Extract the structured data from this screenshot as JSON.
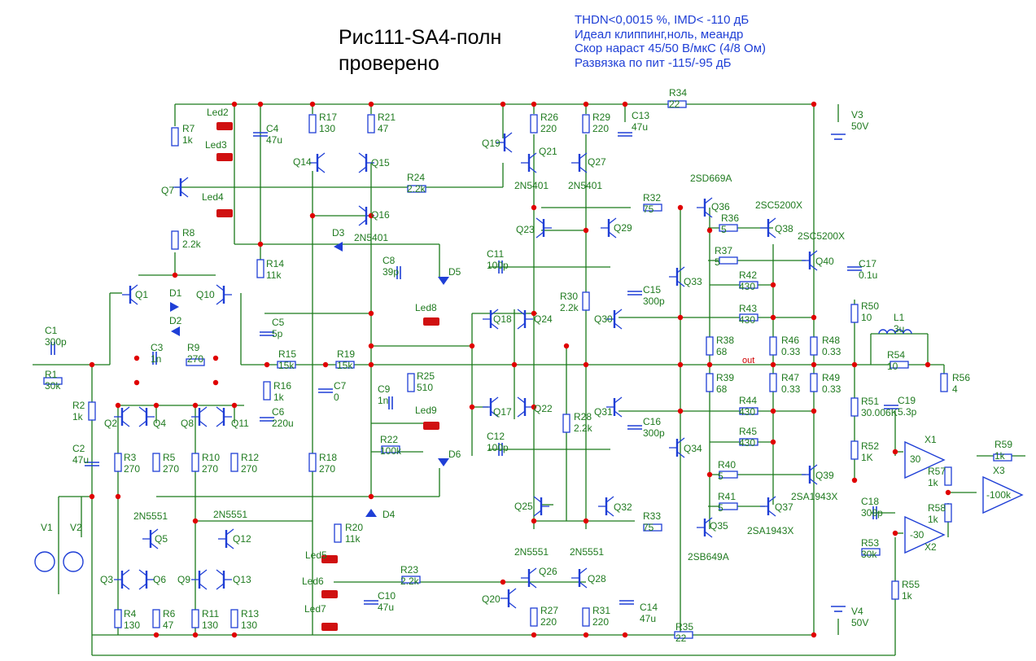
{
  "title": {
    "line1": "Рис111-SA4-полн",
    "line2": "проверено"
  },
  "specs": [
    "THDN<0,0015 %, IMD< -110 дБ",
    "Идеал клиппинг,ноль, меандр",
    "Скор нараст 45/50 В/мкС (4/8 Ом)",
    "Развязка по пит -115/-95 дБ"
  ],
  "colors": {
    "wire": "#1a7a1a",
    "component": "#1f3fd6",
    "node": "#e00000",
    "label": "#1f7a1f",
    "spec_text": "#1f3fd6",
    "led": "#d01010"
  },
  "net_label": "out",
  "labels": [
    [
      "R7",
      "1k"
    ],
    [
      "R8",
      "2.2k"
    ],
    [
      "R17",
      "130"
    ],
    [
      "R21",
      "47"
    ],
    [
      "R14",
      "11k"
    ],
    [
      "R24",
      "2.2k"
    ],
    [
      "R26",
      "220"
    ],
    [
      "R29",
      "220"
    ],
    [
      "R34",
      "22"
    ],
    [
      "R30",
      "2.2k"
    ],
    [
      "R32",
      "75"
    ],
    [
      "R36",
      "5"
    ],
    [
      "R37",
      "5"
    ],
    [
      "R42",
      "430"
    ],
    [
      "R43",
      "430"
    ],
    [
      "R38",
      "68"
    ],
    [
      "R39",
      "68"
    ],
    [
      "R46",
      "0.33"
    ],
    [
      "R47",
      "0.33"
    ],
    [
      "R48",
      "0.33"
    ],
    [
      "R49",
      "0.33"
    ],
    [
      "R50",
      "10"
    ],
    [
      "R54",
      "10"
    ],
    [
      "R56",
      "4"
    ],
    [
      "R44",
      "430"
    ],
    [
      "R45",
      "430"
    ],
    [
      "R40",
      "5"
    ],
    [
      "R41",
      "5"
    ],
    [
      "R33",
      "75"
    ],
    [
      "R28",
      "2.2k"
    ],
    [
      "R25",
      "510"
    ],
    [
      "R22",
      "100k"
    ],
    [
      "R23",
      "2.2k"
    ],
    [
      "R20",
      "11k"
    ],
    [
      "R27",
      "220"
    ],
    [
      "R31",
      "220"
    ],
    [
      "R35",
      "22"
    ],
    [
      "R1",
      "30k"
    ],
    [
      "R2",
      "1k"
    ],
    [
      "R3",
      "270"
    ],
    [
      "R4",
      "130"
    ],
    [
      "R5",
      "270"
    ],
    [
      "R6",
      "47"
    ],
    [
      "R9",
      "270"
    ],
    [
      "R10",
      "270"
    ],
    [
      "R11",
      "130"
    ],
    [
      "R12",
      "270"
    ],
    [
      "R13",
      "130"
    ],
    [
      "R15",
      "15k"
    ],
    [
      "R16",
      "1k"
    ],
    [
      "R18",
      "270"
    ],
    [
      "R19",
      "15k"
    ],
    [
      "R51",
      "30.006K"
    ],
    [
      "R52",
      "1K"
    ],
    [
      "R53",
      "30k"
    ],
    [
      "R55",
      "1k"
    ],
    [
      "R57",
      "1k"
    ],
    [
      "R58",
      "1k"
    ],
    [
      "R59",
      "1k"
    ],
    [
      "C1",
      "300p"
    ],
    [
      "C2",
      "47u"
    ],
    [
      "C3",
      "1n"
    ],
    [
      "C4",
      "47u"
    ],
    [
      "C5",
      "5p"
    ],
    [
      "C6",
      "220u"
    ],
    [
      "C7",
      "0"
    ],
    [
      "C8",
      "39p"
    ],
    [
      "C9",
      "1n"
    ],
    [
      "C10",
      "47u"
    ],
    [
      "C11",
      "100p"
    ],
    [
      "C12",
      "100p"
    ],
    [
      "C13",
      "47u"
    ],
    [
      "C14",
      "47u"
    ],
    [
      "C15",
      "300p"
    ],
    [
      "C16",
      "300p"
    ],
    [
      "C17",
      "0.1u"
    ],
    [
      "C18",
      "300p"
    ],
    [
      "C19",
      "5.3p"
    ],
    [
      "L1",
      "3u"
    ],
    [
      "V3",
      "50V"
    ],
    [
      "V4",
      "50V"
    ],
    [
      "V1",
      ""
    ],
    [
      "V2",
      ""
    ],
    [
      "X1",
      "30"
    ],
    [
      "X2",
      "-30"
    ],
    [
      "X3",
      "-100k"
    ],
    [
      "Q1",
      ""
    ],
    [
      "Q2",
      ""
    ],
    [
      "Q3",
      ""
    ],
    [
      "Q4",
      ""
    ],
    [
      "Q5",
      "2N5551"
    ],
    [
      "Q6",
      ""
    ],
    [
      "Q7",
      ""
    ],
    [
      "Q8",
      ""
    ],
    [
      "Q9",
      ""
    ],
    [
      "Q10",
      ""
    ],
    [
      "Q11",
      ""
    ],
    [
      "Q12",
      "2N5551"
    ],
    [
      "Q13",
      ""
    ],
    [
      "Q14",
      ""
    ],
    [
      "Q15",
      ""
    ],
    [
      "Q16",
      "2N5401"
    ],
    [
      "Q17",
      ""
    ],
    [
      "Q18",
      ""
    ],
    [
      "Q19",
      ""
    ],
    [
      "Q20",
      ""
    ],
    [
      "Q21",
      "2N5401"
    ],
    [
      "Q22",
      ""
    ],
    [
      "Q23",
      ""
    ],
    [
      "Q24",
      ""
    ],
    [
      "Q25",
      ""
    ],
    [
      "Q26",
      "2N5551"
    ],
    [
      "Q27",
      "2N5401"
    ],
    [
      "Q28",
      "2N5551"
    ],
    [
      "Q29",
      ""
    ],
    [
      "Q30",
      ""
    ],
    [
      "Q31",
      ""
    ],
    [
      "Q32",
      ""
    ],
    [
      "Q33",
      ""
    ],
    [
      "Q34",
      ""
    ],
    [
      "Q35",
      "2SB649A"
    ],
    [
      "Q36",
      "2SD669A"
    ],
    [
      "Q37",
      "2SA1943X"
    ],
    [
      "Q38",
      "2SC5200X"
    ],
    [
      "Q39",
      "2SA1943X"
    ],
    [
      "Q40",
      "2SC5200X"
    ],
    [
      "D1",
      ""
    ],
    [
      "D2",
      ""
    ],
    [
      "D3",
      ""
    ],
    [
      "D4",
      ""
    ],
    [
      "D5",
      ""
    ],
    [
      "D6",
      ""
    ],
    [
      "Led2",
      ""
    ],
    [
      "Led3",
      ""
    ],
    [
      "Led4",
      ""
    ],
    [
      "Led5",
      ""
    ],
    [
      "Led6",
      ""
    ],
    [
      "Led7",
      ""
    ],
    [
      "Led8",
      ""
    ],
    [
      "Led9",
      ""
    ]
  ]
}
